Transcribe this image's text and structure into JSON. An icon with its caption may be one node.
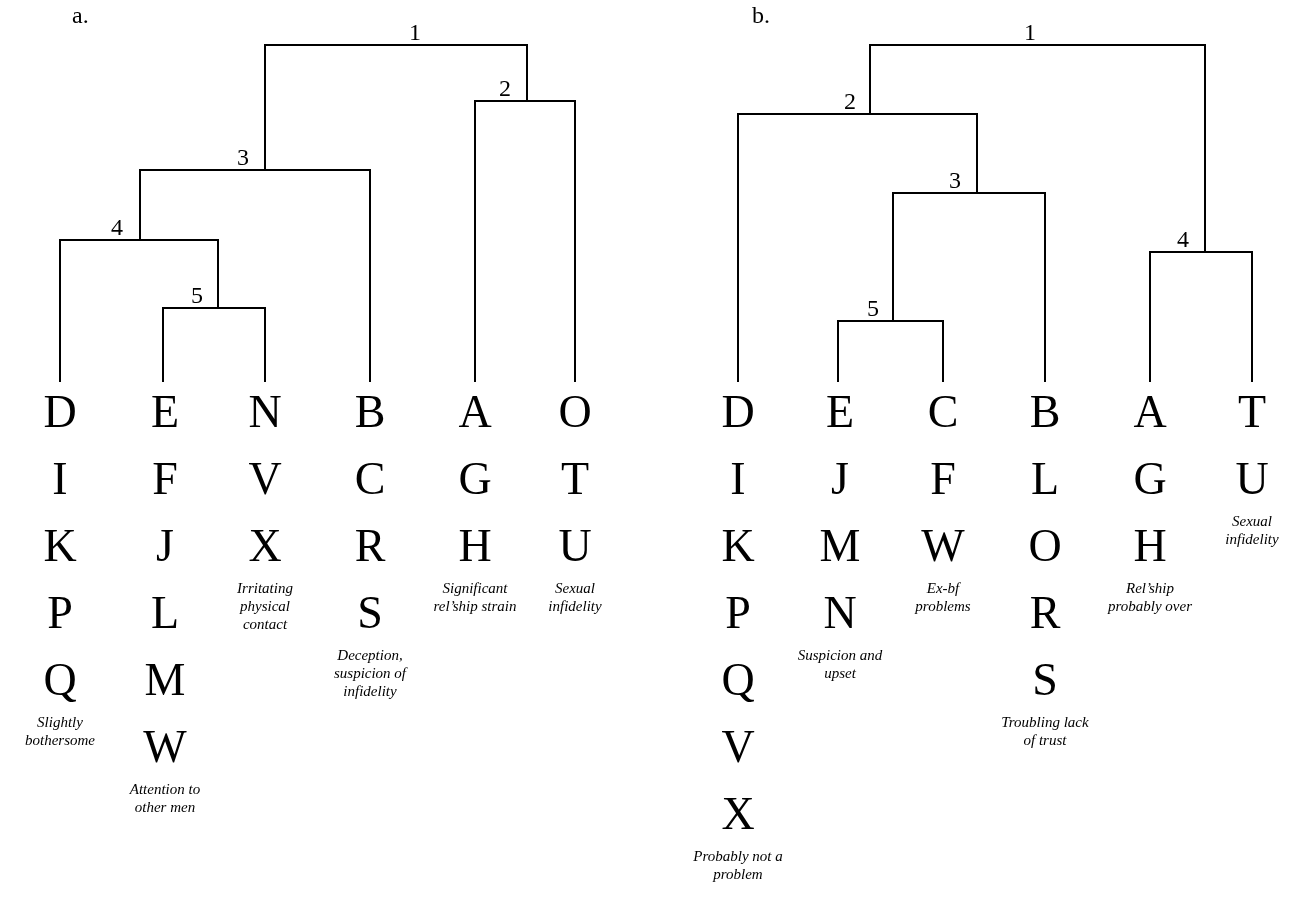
{
  "diagram": {
    "nodes": [
      {
        "text": [
          "1"
        ]
      },
      {
        "text": [
          "2"
        ]
      },
      {
        "text": [
          "3"
        ]
      },
      {
        "text": [
          "4"
        ]
      },
      {
        "text": [
          "5"
        ]
      },
      {
        "text": [
          "D",
          "I",
          "K",
          "P",
          "Q"
        ],
        "beside": [
          "Slightly bothersome"
        ]
      },
      {
        "text": [
          "E",
          "F",
          "J",
          "L",
          "M",
          "W"
        ],
        "beside": [
          "Attention to other men"
        ]
      },
      {
        "text": [
          "N",
          "V",
          "X"
        ],
        "beside": [
          "Irritating physical contact"
        ]
      },
      {
        "text": [
          "B",
          "C",
          "R",
          "S"
        ],
        "beside": [
          "Deception, suspicion of infidelity"
        ]
      },
      {
        "text": [
          "A",
          "G",
          "H"
        ],
        "beside": [
          "Significant rel’ship strain"
        ]
      },
      {
        "text": [
          "O",
          "T",
          "U"
        ],
        "beside": [
          "Sexual infidelity"
        ]
      },
      {
        "text": [
          "1"
        ]
      },
      {
        "text": [
          "2"
        ]
      },
      {
        "text": [
          "3"
        ]
      },
      {
        "text": [
          "4"
        ]
      },
      {
        "text": [
          "5"
        ]
      },
      {
        "text": [
          "D",
          "I",
          "K",
          "P",
          "Q",
          "V",
          "X"
        ],
        "beside": [
          "Probably not a problem"
        ]
      },
      {
        "text": [
          "E",
          "J",
          "M",
          "N"
        ],
        "beside": [
          "Suspicion and upset"
        ]
      },
      {
        "text": [
          "C",
          "F",
          "W"
        ],
        "beside": [
          "Ex-bf problems"
        ]
      },
      {
        "text": [
          "B",
          "L",
          "O",
          "R",
          "S"
        ],
        "beside": [
          "Troubling lack of trust"
        ]
      },
      {
        "text": [
          "A",
          "G",
          "H"
        ],
        "beside": [
          "Rel’ship probably over"
        ]
      },
      {
        "text": [
          "T",
          "U"
        ],
        "beside": [
          "Sexual infidelity"
        ]
      }
    ],
    "edges": [
      {
        "from": 0,
        "to": 2,
        "arrow": "none"
      },
      {
        "from": 0,
        "to": 1,
        "arrow": "none"
      },
      {
        "from": 2,
        "to": 3,
        "arrow": "none"
      },
      {
        "from": 2,
        "to": 8,
        "arrow": "none"
      },
      {
        "from": 3,
        "to": 5,
        "arrow": "none"
      },
      {
        "from": 3,
        "to": 4,
        "arrow": "none"
      },
      {
        "from": 4,
        "to": 6,
        "arrow": "none"
      },
      {
        "from": 4,
        "to": 7,
        "arrow": "none"
      },
      {
        "from": 1,
        "to": 9,
        "arrow": "none"
      },
      {
        "from": 1,
        "to": 10,
        "arrow": "none"
      },
      {
        "from": 11,
        "to": 12,
        "arrow": "none"
      },
      {
        "from": 11,
        "to": 14,
        "arrow": "none"
      },
      {
        "from": 12,
        "to": 16,
        "arrow": "none"
      },
      {
        "from": 12,
        "to": 13,
        "arrow": "none"
      },
      {
        "from": 13,
        "to": 15,
        "arrow": "none"
      },
      {
        "from": 13,
        "to": 19,
        "arrow": "none"
      },
      {
        "from": 15,
        "to": 17,
        "arrow": "none"
      },
      {
        "from": 15,
        "to": 18,
        "arrow": "none"
      },
      {
        "from": 14,
        "to": 20,
        "arrow": "none"
      },
      {
        "from": 14,
        "to": 21,
        "arrow": "none"
      }
    ],
    "labels": [
      "a.",
      "b."
    ]
  }
}
